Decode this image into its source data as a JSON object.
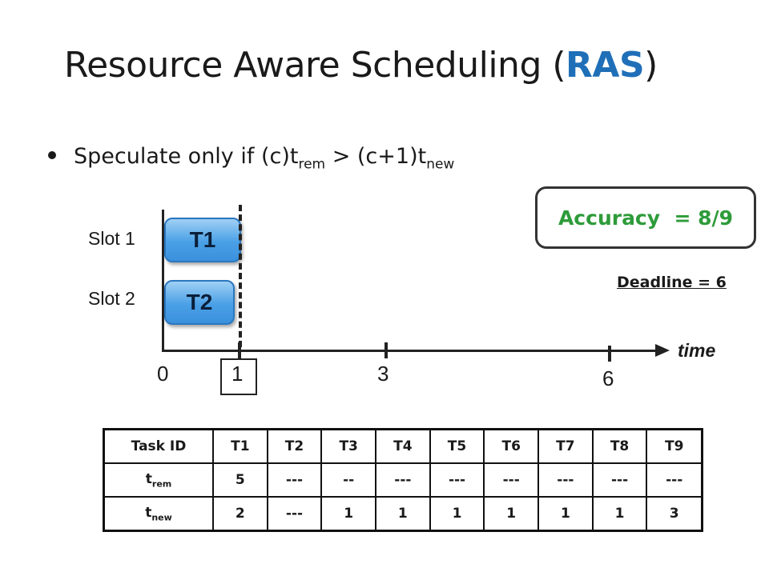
{
  "slide": {
    "title_main": "Resource Aware Scheduling (",
    "title_accent": "RAS",
    "title_end": ")",
    "bullet": {
      "prefix": "Speculate only if (c)t",
      "sub1": "rem",
      "middle": " > (c+1)t",
      "sub2": "new"
    }
  },
  "diagram": {
    "slots": [
      "Slot 1",
      "Slot 2"
    ],
    "tasks": [
      "T1",
      "T2"
    ],
    "ticks": [
      "0",
      "1",
      "3",
      "6"
    ],
    "axis_label": "time",
    "accuracy": "Accuracy  = 8/9",
    "deadline": "Deadline = 6"
  },
  "table": {
    "header": [
      "Task ID",
      "T1",
      "T2",
      "T3",
      "T4",
      "T5",
      "T6",
      "T7",
      "T8",
      "T9"
    ],
    "rows": [
      {
        "label": "t",
        "label_sub": "rem",
        "values": [
          "5",
          "---",
          "--",
          "---",
          "---",
          "---",
          "---",
          "---",
          "---"
        ]
      },
      {
        "label": "t",
        "label_sub": "new",
        "values": [
          "2",
          "---",
          "1",
          "1",
          "1",
          "1",
          "1",
          "1",
          "3"
        ]
      }
    ]
  },
  "colors": {
    "accent": "#1f6fb8",
    "accuracy_text": "#2e9b3a",
    "task_fill": "#4aa0e6"
  }
}
